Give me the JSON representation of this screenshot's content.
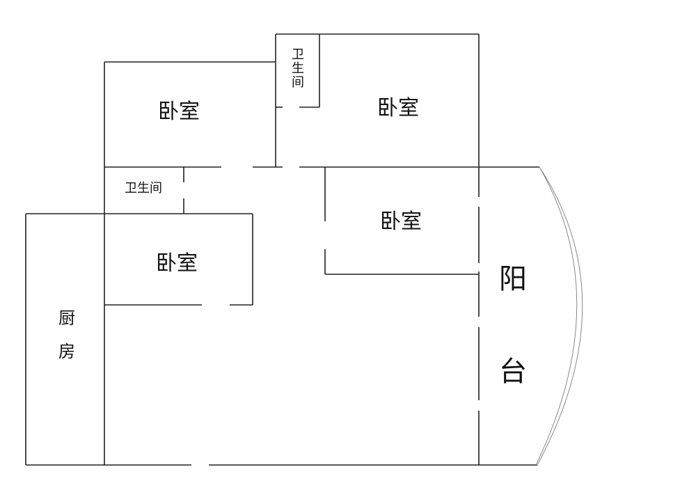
{
  "rooms": {
    "bedroom_top_left": "卧室",
    "bedroom_top_right": "卧室",
    "bedroom_middle_right": "卧室",
    "bedroom_lower_left": "卧室",
    "bathroom_top": "卫生间",
    "bathroom_left": "卫生间",
    "kitchen": "厨房",
    "balcony_char1": "阳",
    "balcony_char2": "台"
  },
  "colors": {
    "wall": "#222222",
    "balcony_curve": "#888888"
  }
}
